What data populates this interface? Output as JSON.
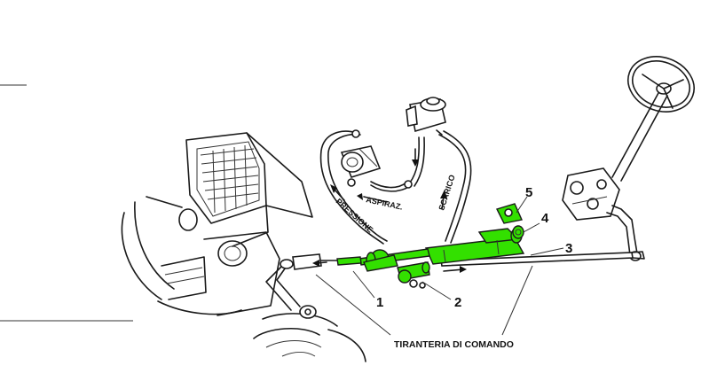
{
  "labels": {
    "part_1": "1",
    "part_2": "2",
    "part_3": "3",
    "part_4": "4",
    "part_5": "5",
    "aspiraz": "ASPIRAZ.",
    "pressione": "PRESSIONE",
    "scarico": "SCARICO",
    "tiranteria": "TIRANTERIA DI COMANDO"
  },
  "colors": {
    "highlight": "#33e000",
    "line": "#1a1a1a",
    "background": "#ffffff"
  }
}
